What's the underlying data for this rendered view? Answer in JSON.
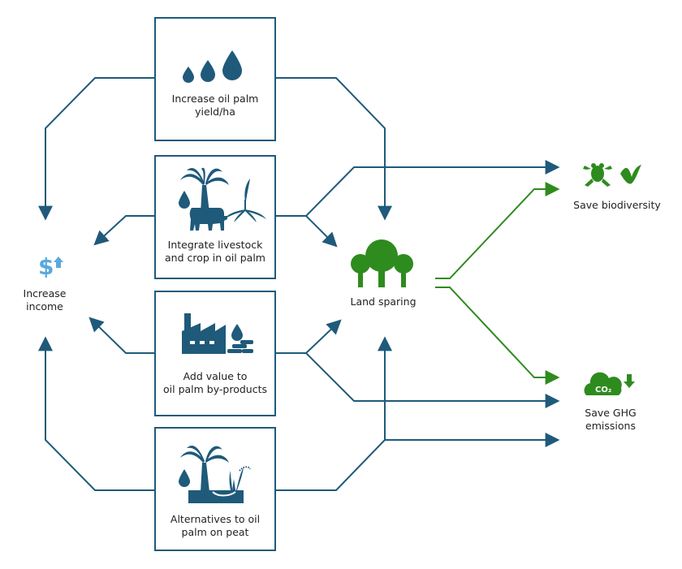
{
  "colors": {
    "blue": "#1f5a7a",
    "green": "#2e8b1e",
    "light_blue": "#5aa9dc"
  },
  "strategies": [
    {
      "line1": "Increase oil palm",
      "line2": "yield/ha",
      "icon": "water-drops-icon"
    },
    {
      "line1": "Integrate livestock",
      "line2": "and crop in oil palm",
      "icon": "palm-cow-crop-icon"
    },
    {
      "line1": "Add value to",
      "line2": "oil palm by-products",
      "icon": "factory-byproducts-icon"
    },
    {
      "line1": "Alternatives to oil",
      "line2": "palm on peat",
      "icon": "palm-on-peat-icon"
    }
  ],
  "outcomes": {
    "income": {
      "line1": "Increase",
      "line2": "income",
      "icon": "dollar-up-icon"
    },
    "land": {
      "label": "Land sparing",
      "icon": "trees-icon"
    },
    "biodiversity": {
      "label": "Save biodiversity",
      "icon": "frog-bird-icon"
    },
    "ghg": {
      "line1": "Save GHG",
      "line2": "emissions",
      "icon": "co2-down-icon",
      "co2_text": "CO₂"
    }
  }
}
